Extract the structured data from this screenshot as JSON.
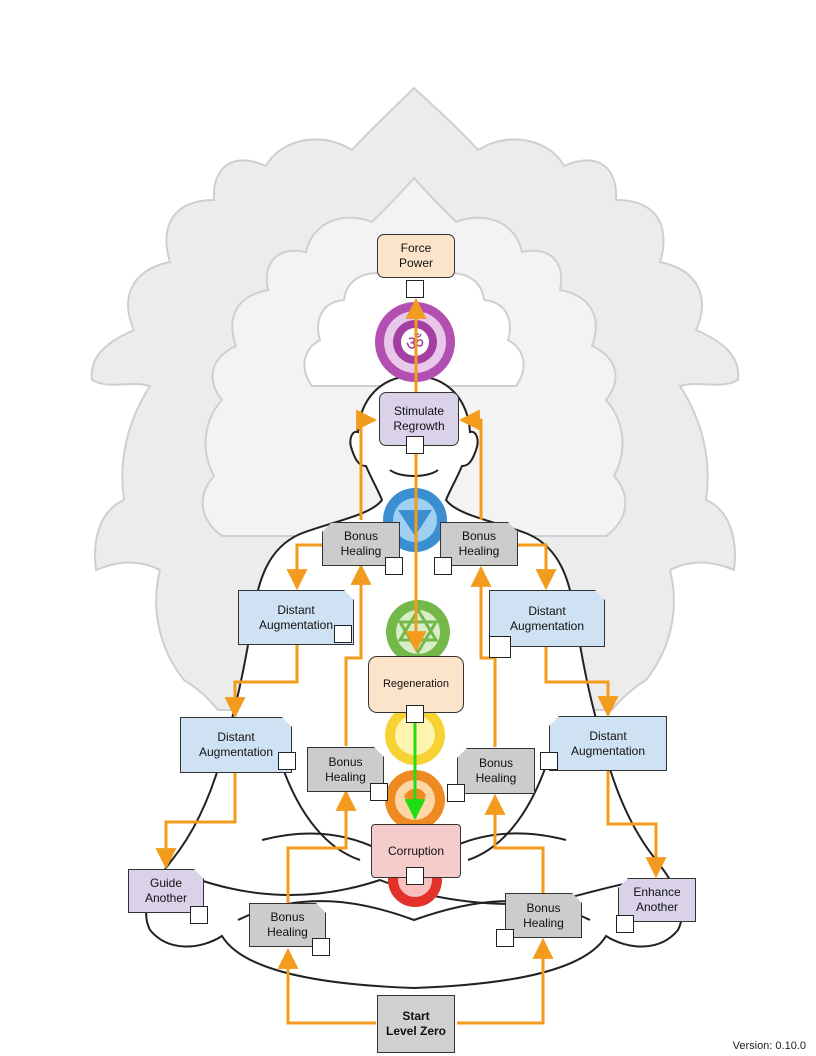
{
  "colors": {
    "arrow": "#f29b1d",
    "active_arrow": "#22dd11",
    "lotus": "#d8d8d8",
    "node_peach": "#fce4cb",
    "node_lavender": "#d9d2e9",
    "node_gray": "#cccccc",
    "node_blue": "#cfe2f3",
    "node_red": "#f4cccc"
  },
  "chakras": [
    "crown-chakra",
    "throat-chakra",
    "heart-chakra",
    "solar-plexus-chakra",
    "sacral-chakra",
    "root-chakra"
  ],
  "nodes": {
    "force_power": [
      "Force",
      "Power"
    ],
    "stimulate_regrowth": [
      "Stimulate",
      "Regrowth"
    ],
    "bonus_healing_upper_left": [
      "Bonus",
      "Healing"
    ],
    "bonus_healing_upper_right": [
      "Bonus",
      "Healing"
    ],
    "distant_aug_1": [
      "Distant",
      "Augmentation"
    ],
    "distant_aug_2": [
      "Distant",
      "Augmentation"
    ],
    "regeneration": [
      "Regeneration"
    ],
    "distant_aug_3": [
      "Distant",
      "Augmentation"
    ],
    "distant_aug_4": [
      "Distant",
      "Augmentation"
    ],
    "bonus_healing_mid_left": [
      "Bonus",
      "Healing"
    ],
    "bonus_healing_mid_right": [
      "Bonus",
      "Healing"
    ],
    "corruption": [
      "Corruption"
    ],
    "guide_another": [
      "Guide",
      "Another"
    ],
    "enhance_another": [
      "Enhance",
      "Another"
    ],
    "bonus_healing_low_left": [
      "Bonus",
      "Healing"
    ],
    "bonus_healing_low_right": [
      "Bonus",
      "Healing"
    ],
    "start": [
      "Start",
      "Level Zero"
    ]
  },
  "version": "Version: 0.10.0"
}
